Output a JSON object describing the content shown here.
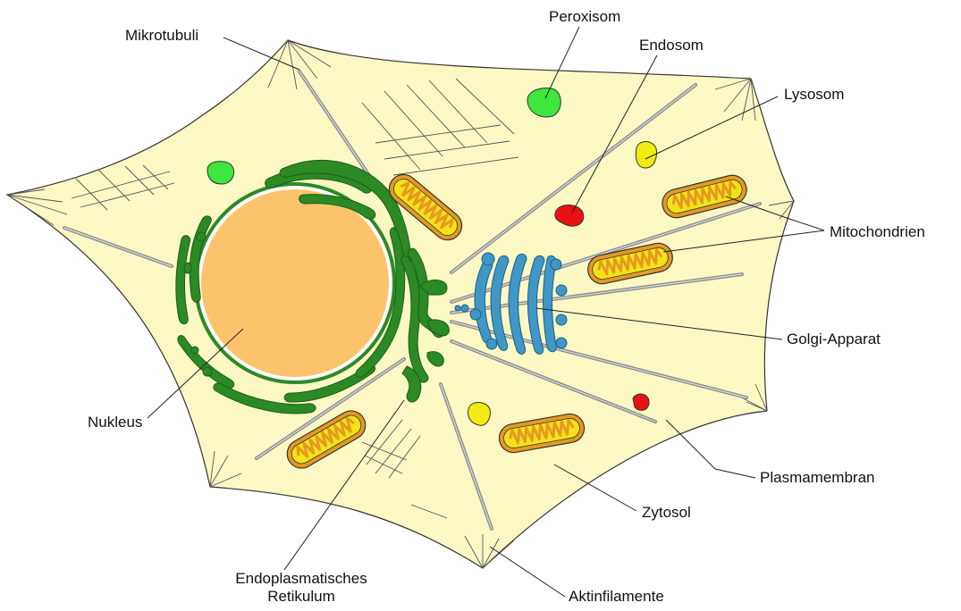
{
  "labels": {
    "mikrotubuli": "Mikrotubuli",
    "peroxisom": "Peroxisom",
    "endosom": "Endosom",
    "lysosom": "Lysosom",
    "mitochondrien": "Mitochondrien",
    "golgi": "Golgi-Apparat",
    "nukleus": "Nukleus",
    "plasmamembran": "Plasmamembran",
    "zytosol": "Zytosol",
    "er_line1": "Endoplasmatisches",
    "er_line2": "Retikulum",
    "aktinfilamente": "Aktinfilamente"
  },
  "colors": {
    "cytoplasm": "#fbf8c4",
    "nucleus": "#fbc46c",
    "er": "#2c8a24",
    "golgi": "#3f97c6",
    "mitochondria_outer": "#e49a22",
    "mitochondria_inner": "#f3e21a",
    "peroxisome": "#3ee63e",
    "endosome": "#e81212",
    "lysosome": "#f3ea12",
    "microtubule": "#8d8d8d"
  },
  "icons": {
    "mitochondrion": "mitochondrion-icon",
    "nucleus": "nucleus-icon",
    "golgi": "golgi-icon"
  }
}
